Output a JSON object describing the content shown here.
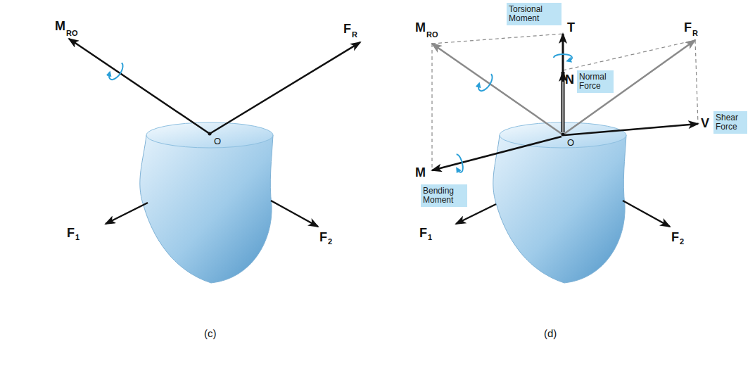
{
  "diagram": {
    "nodes": [
      {
        "text": [
          "Torsional Moment"
        ]
      },
      {
        "text": [
          "Normal Force"
        ]
      },
      {
        "text": [
          "Shear Force"
        ]
      },
      {
        "text": [
          "Bending Moment"
        ]
      }
    ],
    "labels": [
      "M",
      "RO",
      "F",
      "R",
      "O",
      "F",
      "1",
      "F",
      "2",
      "(c)",
      "T",
      "M",
      "RO",
      "F",
      "R",
      "N",
      "V",
      "M",
      "O",
      "F",
      "1",
      "F",
      "2",
      "(d)"
    ]
  }
}
